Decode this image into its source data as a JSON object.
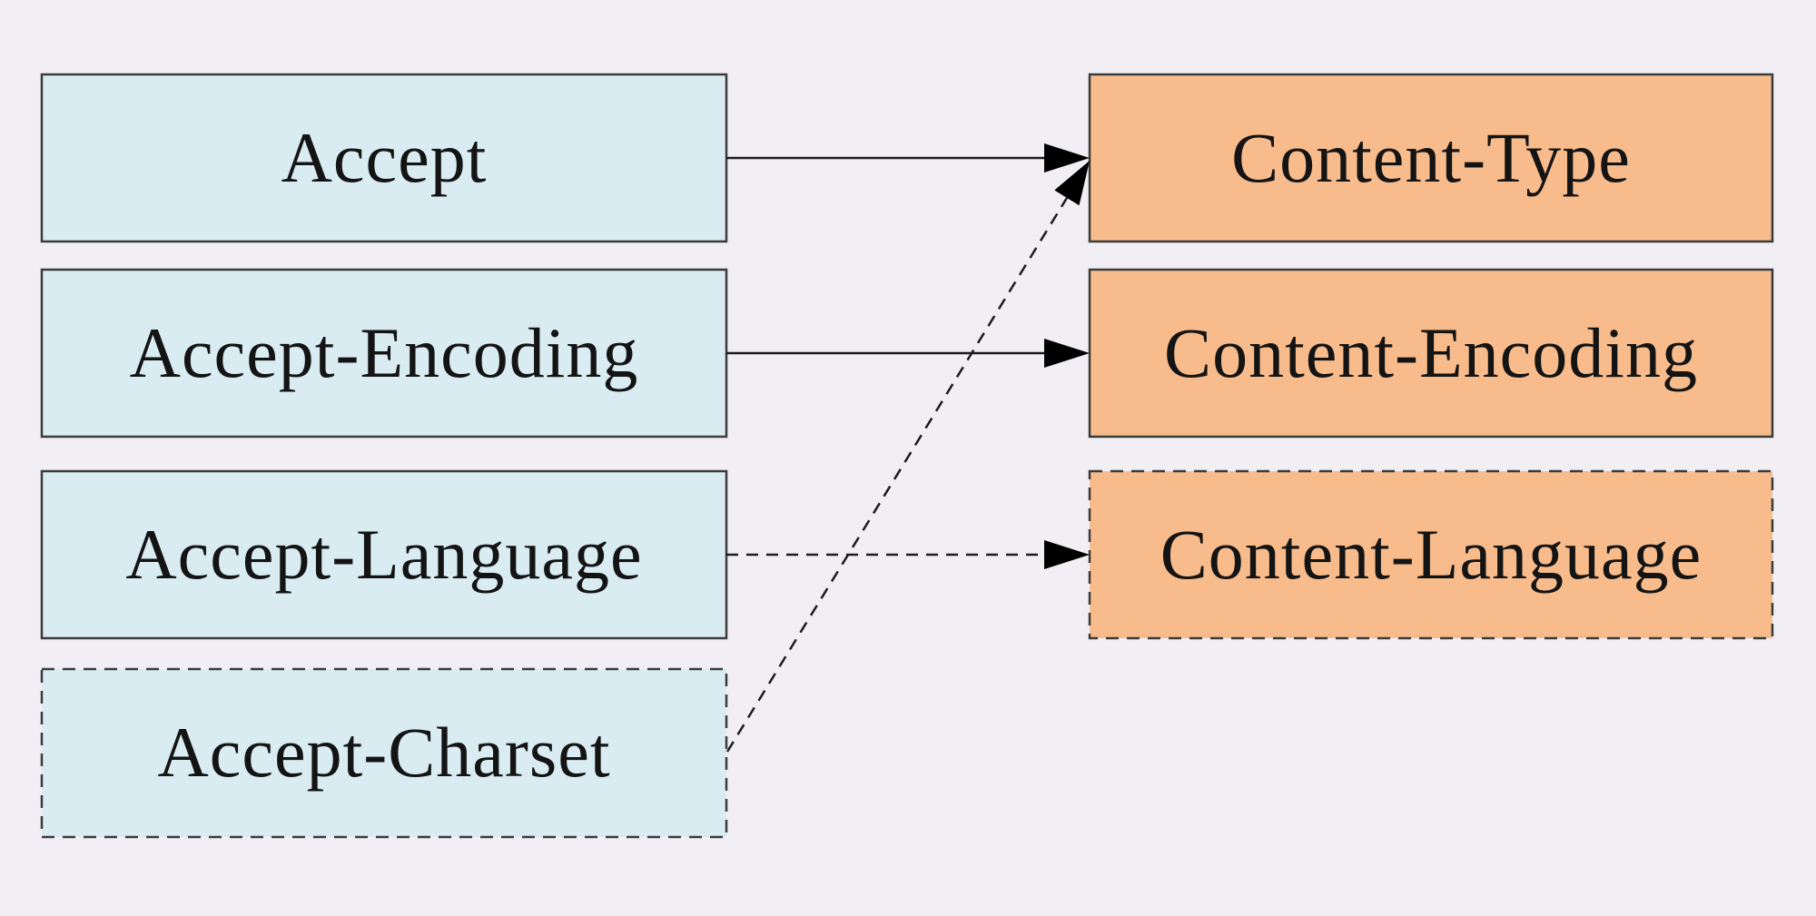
{
  "colors": {
    "background": "#f1eff4",
    "request_fill": "#d9ecf2",
    "response_fill": "#f8bc8c",
    "box_border": "#3a3a3a",
    "arrow": "#1c1c1c",
    "arrowhead": "#000000",
    "text": "#141414"
  },
  "request_headers": [
    {
      "label": "Accept",
      "border_style": "solid"
    },
    {
      "label": "Accept-Encoding",
      "border_style": "solid"
    },
    {
      "label": "Accept-Language",
      "border_style": "solid"
    },
    {
      "label": "Accept-Charset",
      "border_style": "dashed"
    }
  ],
  "response_headers": [
    {
      "label": "Content-Type",
      "border_style": "solid"
    },
    {
      "label": "Content-Encoding",
      "border_style": "solid"
    },
    {
      "label": "Content-Language",
      "border_style": "dashed"
    }
  ],
  "mappings": [
    {
      "from": "Accept",
      "to": "Content-Type",
      "line_style": "solid"
    },
    {
      "from": "Accept-Encoding",
      "to": "Content-Encoding",
      "line_style": "solid"
    },
    {
      "from": "Accept-Language",
      "to": "Content-Language",
      "line_style": "dashed"
    },
    {
      "from": "Accept-Charset",
      "to": "Content-Type",
      "line_style": "dashed"
    }
  ]
}
